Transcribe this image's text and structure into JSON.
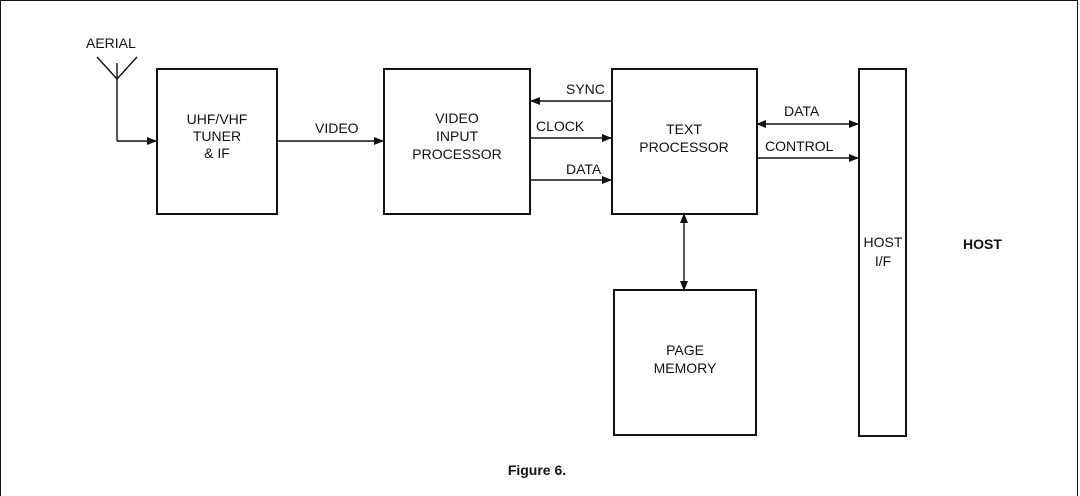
{
  "diagram": {
    "aerial_label": "AERIAL",
    "blocks": {
      "tuner": [
        "UHF/VHF",
        "TUNER",
        "& IF"
      ],
      "video_input": [
        "VIDEO",
        "INPUT",
        "PROCESSOR"
      ],
      "text_processor": [
        "TEXT",
        "PROCESSOR"
      ],
      "page_memory": [
        "PAGE",
        "MEMORY"
      ],
      "host_if": [
        "HOST",
        "I/F"
      ]
    },
    "signals": {
      "video": "VIDEO",
      "sync": "SYNC",
      "clock": "CLOCK",
      "data_vip": "DATA",
      "data_host": "DATA",
      "control": "CONTROL"
    },
    "host_label": "HOST",
    "caption": "Figure 6."
  }
}
